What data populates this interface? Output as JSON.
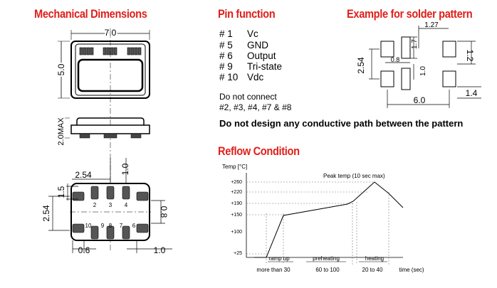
{
  "headings": {
    "mechanical": "Mechanical Dimensions",
    "pin_function": "Pin function",
    "solder_pattern": "Example for solder pattern",
    "reflow": "Reflow Condition"
  },
  "pins": [
    {
      "num": "# 1",
      "name": "Vc"
    },
    {
      "num": "# 5",
      "name": "GND"
    },
    {
      "num": "# 6",
      "name": "Output"
    },
    {
      "num": "# 9",
      "name": "Tri-state"
    },
    {
      "num": "# 10",
      "name": "Vdc"
    }
  ],
  "do_not_connect": {
    "label": "Do not connect",
    "pins": "#2, #3, #4, #7  &  #8"
  },
  "warning": "Do not design any conductive path between the pattern",
  "mechanical_dims": {
    "width": "7.0",
    "height": "5.0",
    "max_height": "2.0MAX",
    "pad_pitch_x": "2.54",
    "pad_pitch_y": "2.54",
    "pad_len_top": "1.0",
    "pad_h": "1.5",
    "pad_w_side": "0.8",
    "pad_edge": "0.6",
    "pad_len_bottom": "1.0"
  },
  "pad_numbers": {
    "top": [
      "2",
      "3",
      "4"
    ],
    "bottom": [
      "10",
      "9",
      "8",
      "7",
      "6"
    ]
  },
  "solder_dims": {
    "top": "1.27",
    "pad_len": "1.7",
    "gap": "0.8",
    "pad_w": "1.0",
    "left": "2.54",
    "right_top": "1.2",
    "right_bottom": "1.4",
    "bottom": "6.0"
  },
  "reflow": {
    "y_axis_label": "Temp [°C]",
    "temps": [
      "+260",
      "+220",
      "+190",
      "+150",
      "+100",
      "+25"
    ],
    "peak": "Peak temp (10 sec max)",
    "phases": [
      "ramp up",
      "preheating",
      "heating"
    ],
    "times": [
      "more than 30",
      "60 to 100",
      "20 to 40"
    ],
    "time_label": "time (sec)"
  }
}
